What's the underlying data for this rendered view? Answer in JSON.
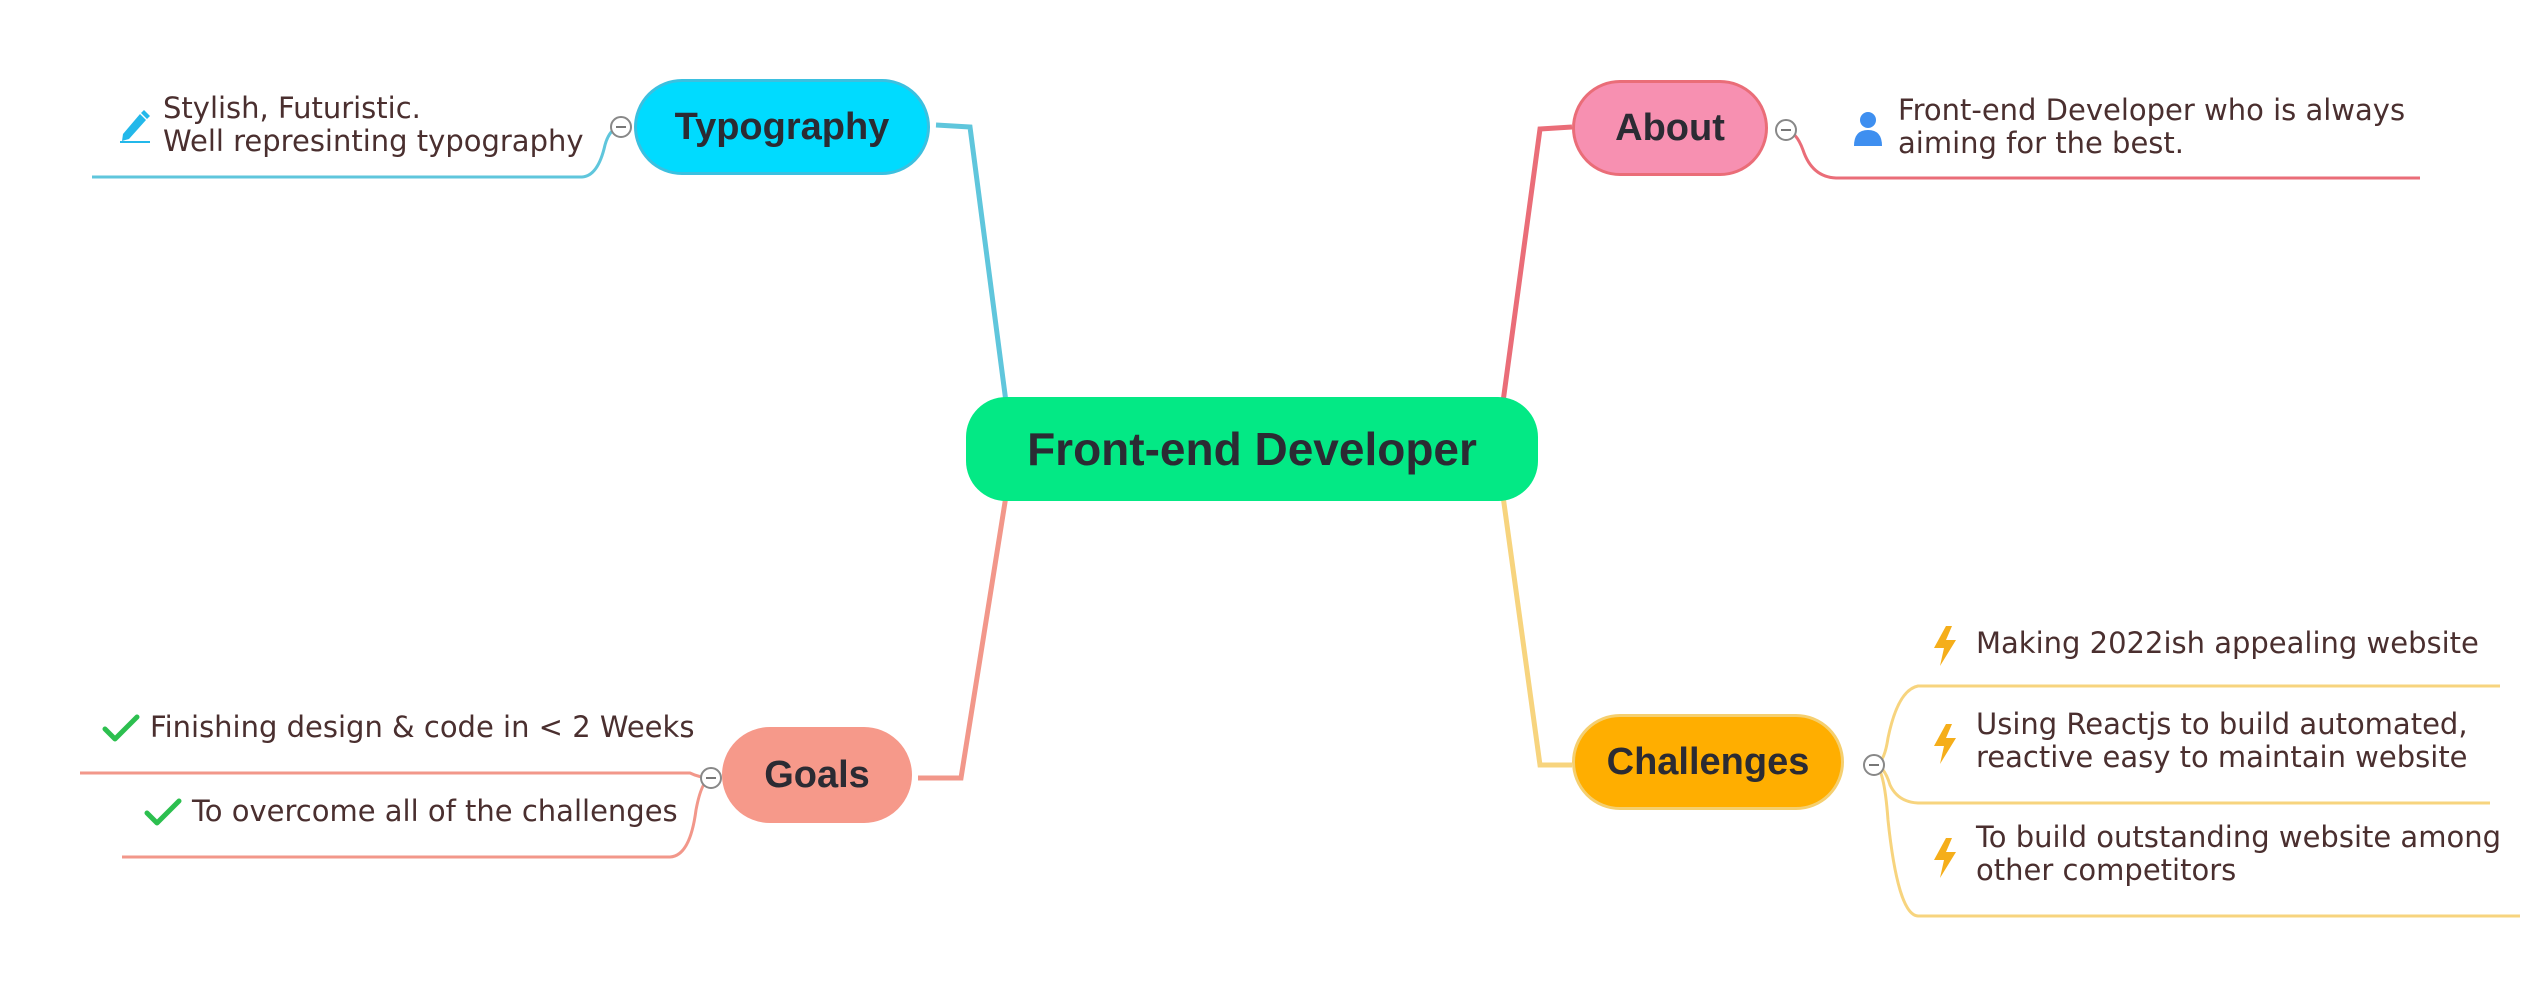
{
  "central": {
    "label": "Front-end Developer",
    "color": "#03e985"
  },
  "topics": {
    "typography": {
      "label": "Typography",
      "fill": "#00dbff",
      "line_color": "#5fc6dc",
      "subtopics": [
        {
          "icon": "pencil-icon",
          "lines": [
            "Stylish, Futuristic.",
            "Well represinting typography"
          ]
        }
      ]
    },
    "about": {
      "label": "About",
      "fill": "#f790b1",
      "line_color": "#ea6d78",
      "subtopics": [
        {
          "icon": "person-icon",
          "lines": [
            "Front-end Developer who is always",
            "aiming for the best."
          ]
        }
      ]
    },
    "challenges": {
      "label": "Challenges",
      "fill": "#ffae00",
      "line_color": "#f7d47e",
      "subtopics": [
        {
          "icon": "lightning-icon",
          "lines": [
            "Making 2022ish appealing website"
          ]
        },
        {
          "icon": "lightning-icon",
          "lines": [
            "Using Reactjs to build automated,",
            "reactive easy to maintain website"
          ]
        },
        {
          "icon": "lightning-icon",
          "lines": [
            "To build outstanding website among",
            "other competitors"
          ]
        }
      ]
    },
    "goals": {
      "label": "Goals",
      "fill": "#f6998a",
      "line_color": "#f2978a",
      "subtopics": [
        {
          "icon": "checkmark-icon",
          "lines": [
            "Finishing design & code in < 2 Weeks"
          ]
        },
        {
          "icon": "checkmark-icon",
          "lines": [
            "To overcome all of the challenges"
          ]
        }
      ]
    }
  }
}
